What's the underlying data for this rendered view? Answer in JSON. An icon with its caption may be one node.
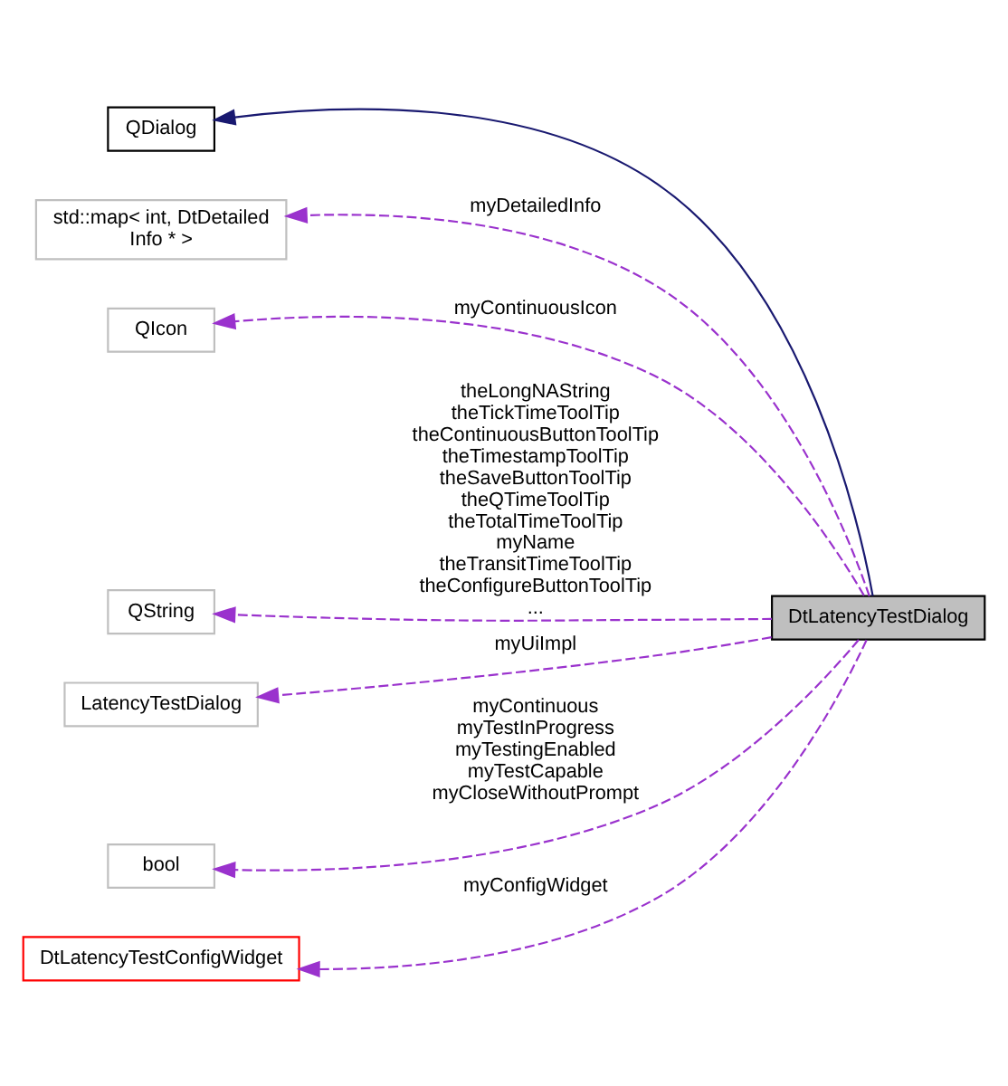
{
  "diagram": {
    "nodes": [
      {
        "text": [
          "QDialog"
        ]
      },
      {
        "text": [
          "std::map< int, DtDetailed Info * >"
        ]
      },
      {
        "text": [
          "QIcon"
        ]
      },
      {
        "text": [
          "QString"
        ]
      },
      {
        "text": [
          "DtLatencyTestDialog"
        ]
      },
      {
        "text": [
          "LatencyTestDialog"
        ]
      },
      {
        "text": [
          "bool"
        ]
      },
      {
        "text": [
          "DtLatencyTestConfigWidget"
        ]
      }
    ],
    "edges": [
      {
        "from": 4,
        "to": 0,
        "arrow": "to",
        "color": "#191970"
      },
      {
        "from": 4,
        "to": 1,
        "arrow": "to",
        "style": "dashed",
        "label": "myDetailedInfo"
      },
      {
        "from": 4,
        "to": 2,
        "arrow": "to",
        "style": "dashed",
        "label": "myContinuousIcon"
      },
      {
        "from": 4,
        "to": 3,
        "arrow": "to",
        "style": "dashed",
        "label": "theLongNAString theTickTimeToolTip theContinuousButtonToolTip theTimestampToolTip theSaveButtonToolTip theQTimeToolTip theTotalTimeToolTip myName theTransitTimeToolTip theConfigureButtonToolTip ..."
      },
      {
        "from": 4,
        "to": 5,
        "arrow": "to",
        "style": "dashed",
        "label": "myUiImpl"
      },
      {
        "from": 4,
        "to": 6,
        "arrow": "to",
        "style": "dashed",
        "label": "myContinuous myTestInProgress myTestingEnabled myTestCapable myCloseWithoutPrompt"
      },
      {
        "from": 4,
        "to": 7,
        "arrow": "to",
        "style": "dashed",
        "label": "myConfigWidget"
      }
    ]
  }
}
